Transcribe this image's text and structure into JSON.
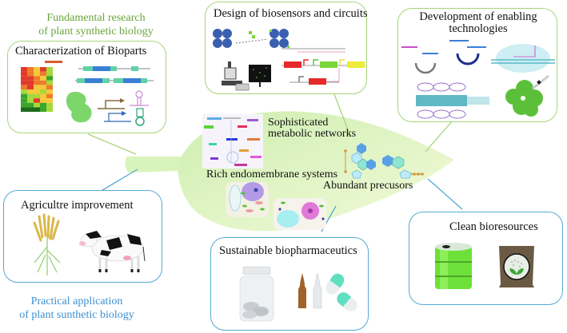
{
  "sections": {
    "fundamental": {
      "line1": "Fundamental research",
      "line2": "of plant synthetic biology",
      "color": "#6aa53a"
    },
    "practical": {
      "line1": "Practical application",
      "line2": "of plant sunthetic biology",
      "color": "#3b8fd0"
    }
  },
  "boxes": {
    "bioparts": {
      "title": "Characterization of Bioparts"
    },
    "biosensors": {
      "title": "Design of biosensors and circuits"
    },
    "enabling": {
      "title_line1": "Development of enabling",
      "title_line2": "technologies"
    },
    "agriculture": {
      "title": "Agricultre improvement"
    },
    "biopharma": {
      "title": "Sustainable biopharmaceutics"
    },
    "bioresources": {
      "title": "Clean bioresources"
    }
  },
  "leaf": {
    "metabolic": {
      "line1": "Sophisticated",
      "line2": "metabolic networks"
    },
    "endomembrane": "Rich endomembrane systems",
    "precursors": "Abundant precusors"
  },
  "colors": {
    "research_border": "#a6d57a",
    "application_border": "#55a9d6",
    "leaf_fill": "#d8f2b8"
  }
}
